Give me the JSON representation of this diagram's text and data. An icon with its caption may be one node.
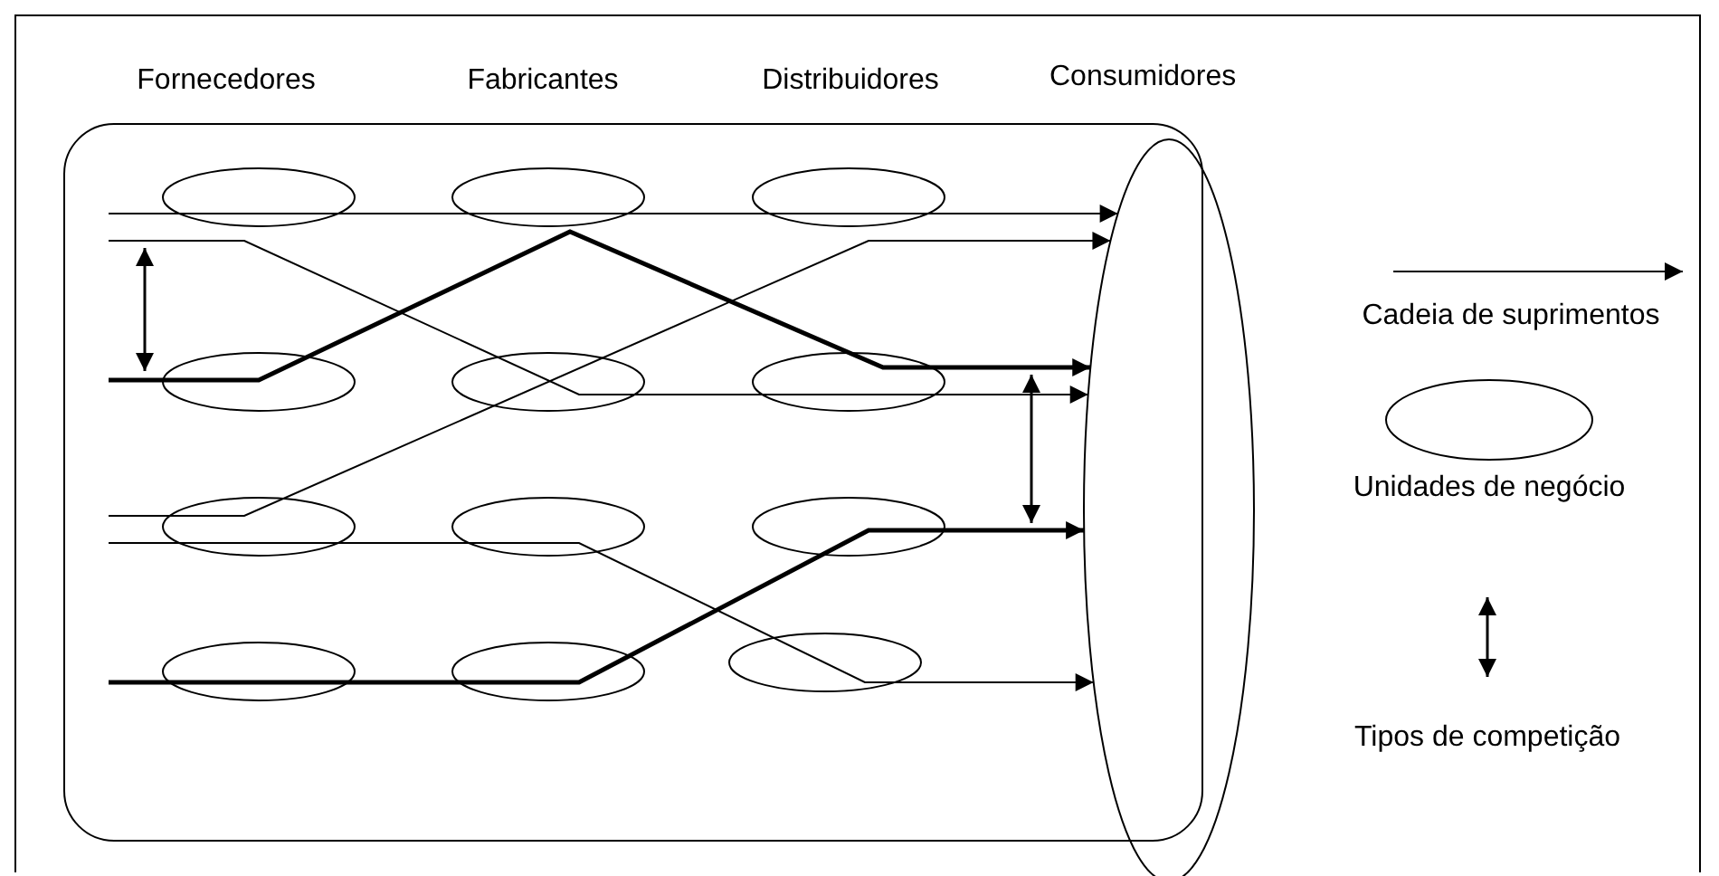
{
  "diagram": {
    "nodes": [
      {
        "text": [],
        "shape": "box"
      },
      {
        "text": [],
        "shape": "ellipse",
        "in": 0
      },
      {
        "text": [],
        "shape": "ellipse",
        "in": 0
      },
      {
        "text": [],
        "shape": "ellipse",
        "in": 0
      },
      {
        "text": [],
        "shape": "ellipse",
        "in": 0
      },
      {
        "text": [],
        "shape": "ellipse",
        "in": 0
      },
      {
        "text": [],
        "shape": "ellipse",
        "in": 0
      },
      {
        "text": [],
        "shape": "ellipse",
        "in": 0
      },
      {
        "text": [],
        "shape": "ellipse",
        "in": 0
      },
      {
        "text": [],
        "shape": "ellipse",
        "in": 0
      },
      {
        "text": [],
        "shape": "ellipse",
        "in": 0
      },
      {
        "text": [],
        "shape": "ellipse",
        "in": 0
      },
      {
        "text": [],
        "shape": "ellipse",
        "in": 0
      },
      {
        "text": [
          "Consumidores"
        ]
      }
    ],
    "edges": [
      {
        "from": null,
        "to": 13,
        "arrow": "to"
      },
      {
        "from": null,
        "to": 13,
        "arrow": "to"
      },
      {
        "from": null,
        "to": 13,
        "arrow": "to",
        "style": "thick"
      },
      {
        "from": null,
        "to": 13,
        "arrow": "to"
      },
      {
        "from": null,
        "to": 13,
        "arrow": "to"
      },
      {
        "from": null,
        "to": 13,
        "arrow": "to",
        "style": "thick"
      }
    ],
    "labels": [
      "Fornecedores",
      "Fabricantes",
      "Distribuidores"
    ],
    "legend": [
      {
        "text": "Cadeia de suprimentos"
      },
      {
        "text": "Unidades de negócio"
      },
      {
        "text": "Tipos de competição"
      }
    ]
  }
}
